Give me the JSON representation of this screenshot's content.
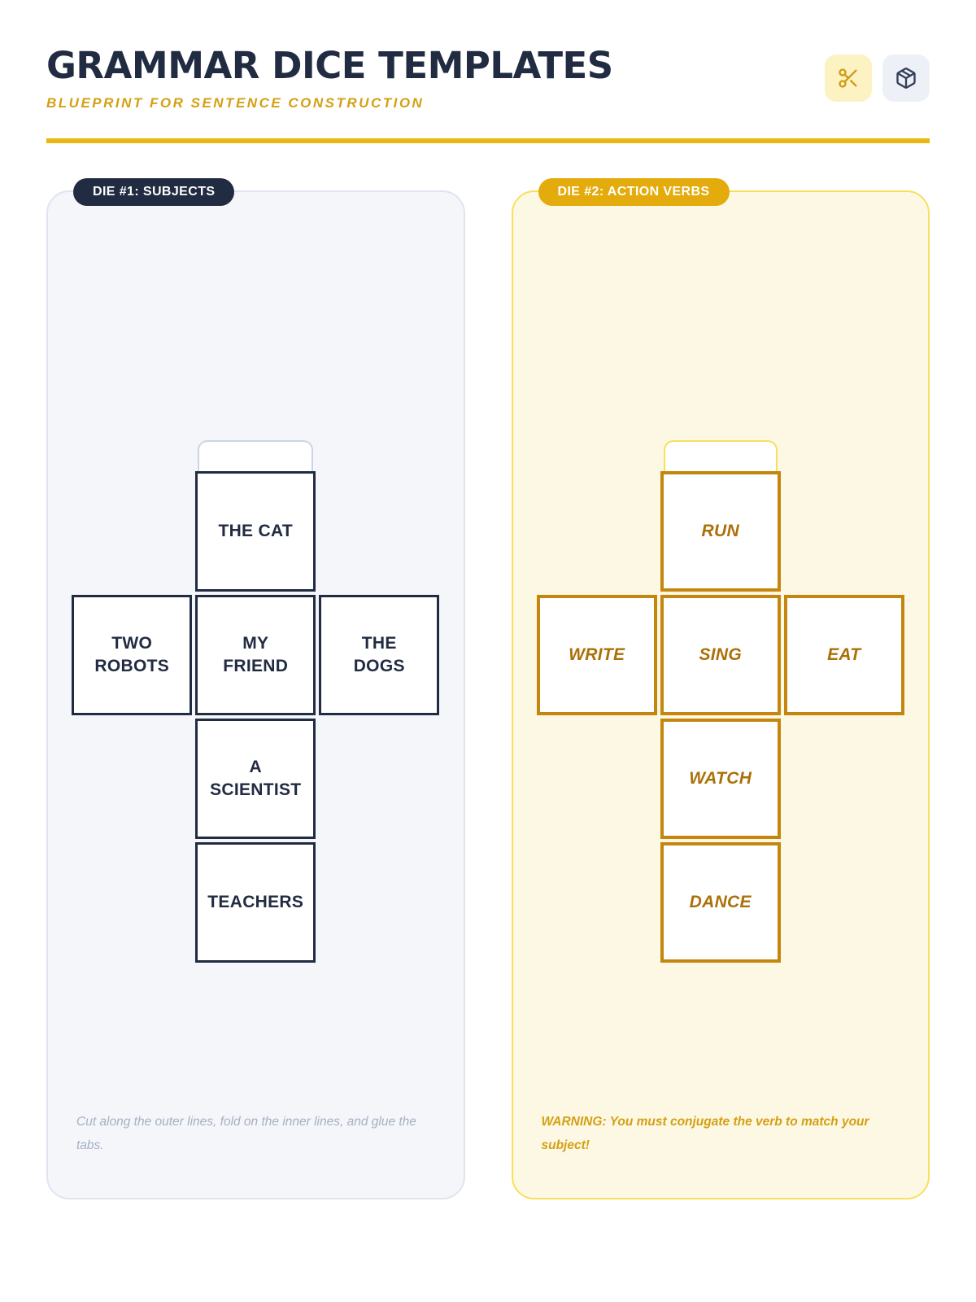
{
  "header": {
    "title": "GRAMMAR DICE TEMPLATES",
    "subtitle": "BLUEPRINT FOR SENTENCE CONSTRUCTION",
    "tools": [
      {
        "icon": "scissors-icon"
      },
      {
        "icon": "package-icon"
      }
    ]
  },
  "dice": [
    {
      "badge": "DIE #1: SUBJECTS",
      "theme": "navy",
      "faces": [
        {
          "position": "top",
          "label": "THE CAT"
        },
        {
          "position": "left",
          "label": "TWO ROBOTS"
        },
        {
          "position": "center",
          "label": "MY FRIEND"
        },
        {
          "position": "right",
          "label": "THE DOGS"
        },
        {
          "position": "bottom",
          "label": "A SCIENTIST"
        },
        {
          "position": "bottom2",
          "label": "TEACHERS"
        }
      ],
      "note": "Cut along the outer lines, fold on the inner lines, and glue the tabs."
    },
    {
      "badge": "DIE #2: ACTION VERBS",
      "theme": "gold",
      "faces": [
        {
          "position": "top",
          "label": "RUN"
        },
        {
          "position": "left",
          "label": "WRITE"
        },
        {
          "position": "center",
          "label": "SING"
        },
        {
          "position": "right",
          "label": "EAT"
        },
        {
          "position": "bottom",
          "label": "WATCH"
        },
        {
          "position": "bottom2",
          "label": "DANCE"
        }
      ],
      "note": "WARNING: You must conjugate the verb to match your subject!"
    }
  ],
  "colors": {
    "navy": "#212b42",
    "gold": "#e3ab0b",
    "gold_border": "#c4860f",
    "gold_text": "#ab7008",
    "subtitle_gold": "#d4a013",
    "divider_gold": "#eab712",
    "panel_gray_bg": "#f4f6fa",
    "panel_gray_border": "#dfe5ee",
    "panel_yellow_bg": "#fdf8e3",
    "panel_yellow_border": "#f7e05f",
    "tab_gray": "#cbd5e4",
    "footer_gray": "#a6b0c3",
    "scissors_bg": "#fcf2c2",
    "scissors_icon": "#cf9b16",
    "cube_bg": "#edf1f7",
    "cube_icon": "#333f58"
  }
}
